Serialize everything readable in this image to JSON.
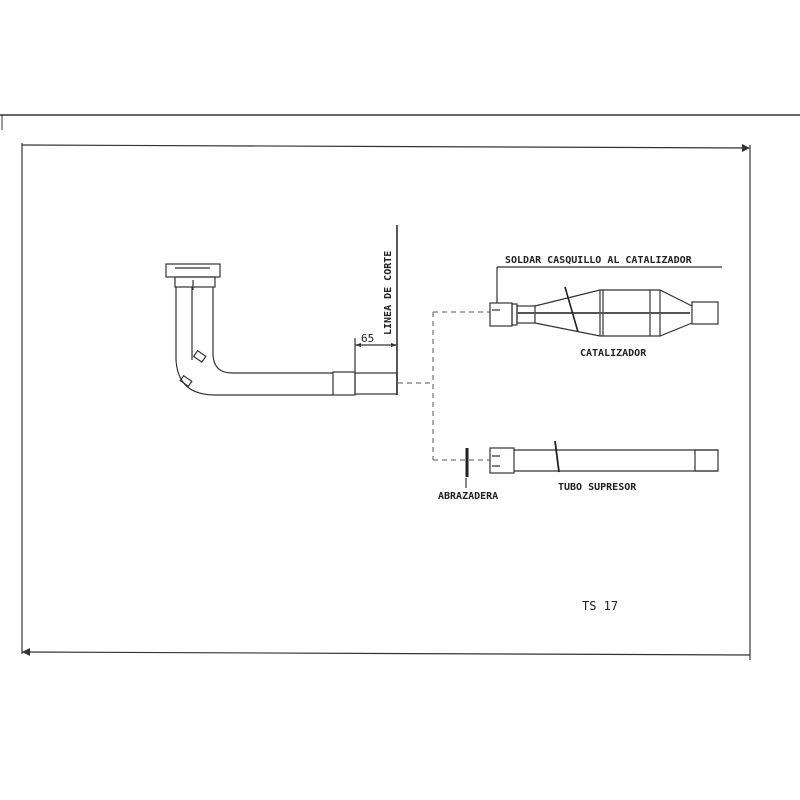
{
  "labels": {
    "cut_line": "LINEA DE CORTE",
    "dimension": "65",
    "weld_note": "SOLDAR CASQUILLO AL CATALIZADOR",
    "catalyst": "CATALIZADOR",
    "clamp": "ABRAZADERA",
    "suppressor_tube": "TUBO SUPRESOR",
    "sheet_code": "TS 17"
  }
}
